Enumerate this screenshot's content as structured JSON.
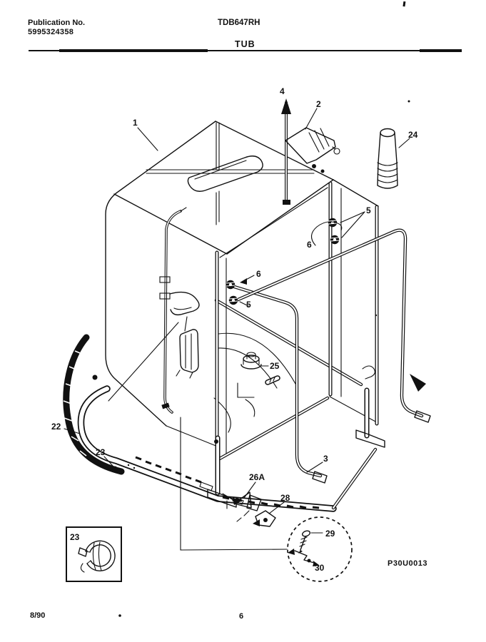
{
  "header": {
    "publication_label": "Publication No.",
    "publication_number": "5995324358",
    "model_number": "TDB647RH",
    "section_title": "TUB"
  },
  "diagram": {
    "drawing_number": "P30U0013",
    "callouts": [
      {
        "label": "1"
      },
      {
        "label": "4"
      },
      {
        "label": "2"
      },
      {
        "label": "24"
      },
      {
        "label": "5"
      },
      {
        "label": "6"
      },
      {
        "label": "6"
      },
      {
        "label": "5"
      },
      {
        "label": "25"
      },
      {
        "label": "22"
      },
      {
        "label": "23"
      },
      {
        "label": "3"
      },
      {
        "label": "26A"
      },
      {
        "label": "28"
      },
      {
        "label": "29"
      },
      {
        "label": "30"
      },
      {
        "label": "23"
      }
    ]
  },
  "footer": {
    "revision_date": "8/90",
    "page_number": "6"
  }
}
